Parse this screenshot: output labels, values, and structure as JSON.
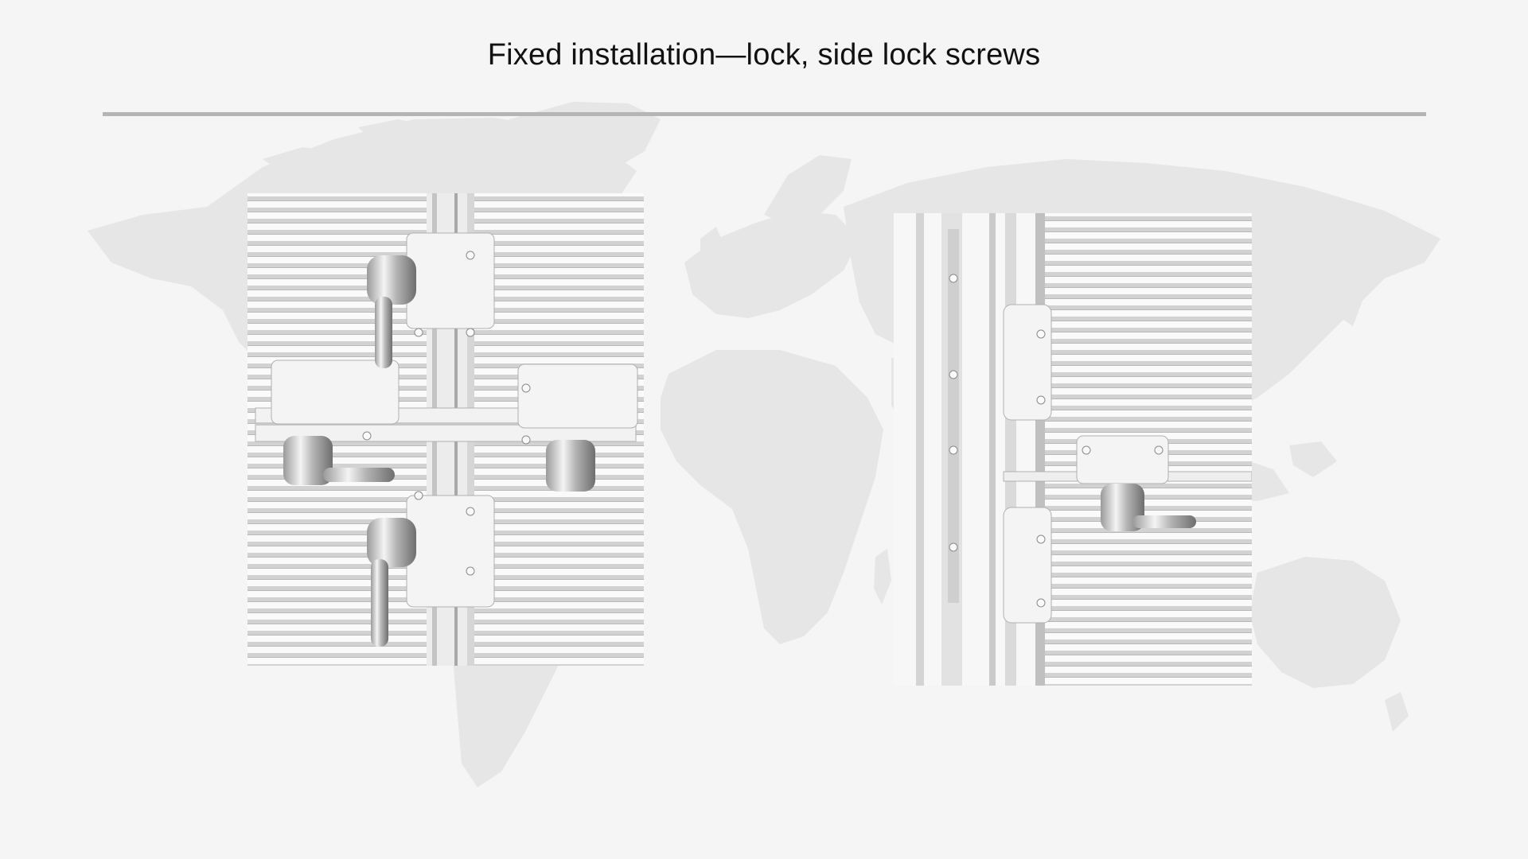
{
  "slide": {
    "title": "Fixed installation—lock, side lock screws"
  },
  "background": {
    "image": "world-map",
    "color": "#f5f5f5",
    "map_color": "#e4e4e4"
  },
  "images": [
    {
      "id": "lock-four-panels",
      "subject": "four-panel-junction-locks"
    },
    {
      "id": "side-lock-screws",
      "subject": "side-lock-screws"
    }
  ]
}
